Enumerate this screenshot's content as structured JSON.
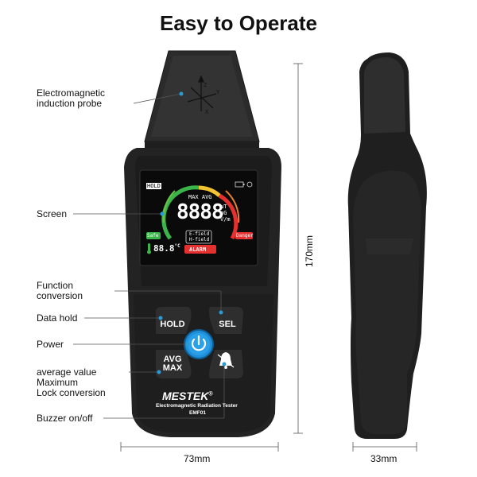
{
  "title": "Easy to Operate",
  "callouts": {
    "probe_line1": "Electromagnetic",
    "probe_line2": "induction probe",
    "screen": "Screen",
    "function_line1": "Function",
    "function_line2": "conversion",
    "data_hold": "Data hold",
    "power": "Power",
    "avg_line1": "average value",
    "avg_line2": "Maximum",
    "avg_line3": "Lock conversion",
    "buzzer": "Buzzer on/off"
  },
  "dimensions": {
    "height": "170mm",
    "width_front": "73mm",
    "width_side": "33mm"
  },
  "device": {
    "buttons": {
      "hold": "HOLD",
      "sel": "SEL",
      "avg": "AVG",
      "max": "MAX"
    },
    "brand": "MESTEK",
    "brand_mark": "®",
    "product_name": "Electromagnetic Radiation Tester",
    "model": "EMF01",
    "screen": {
      "hold": "HOLD",
      "max_avg": "MAX AVG",
      "reading": "8888",
      "units": [
        "µT",
        "mG",
        "V/m"
      ],
      "temp": "88.8",
      "temp_unit": "°C",
      "safe": "Safe",
      "danger": "Danger",
      "e_field": "E-field",
      "h_field": "H-field",
      "alarm": "ALARM",
      "probe_axes": [
        "X",
        "Y",
        "Z"
      ]
    }
  },
  "colors": {
    "device_body": "#262626",
    "screen_bg": "#0a0a0a",
    "power_button": "#1e8fd8",
    "alarm_red": "#e53030",
    "safe_green": "#3bb54a",
    "callout_dot": "#2a9bd6"
  }
}
